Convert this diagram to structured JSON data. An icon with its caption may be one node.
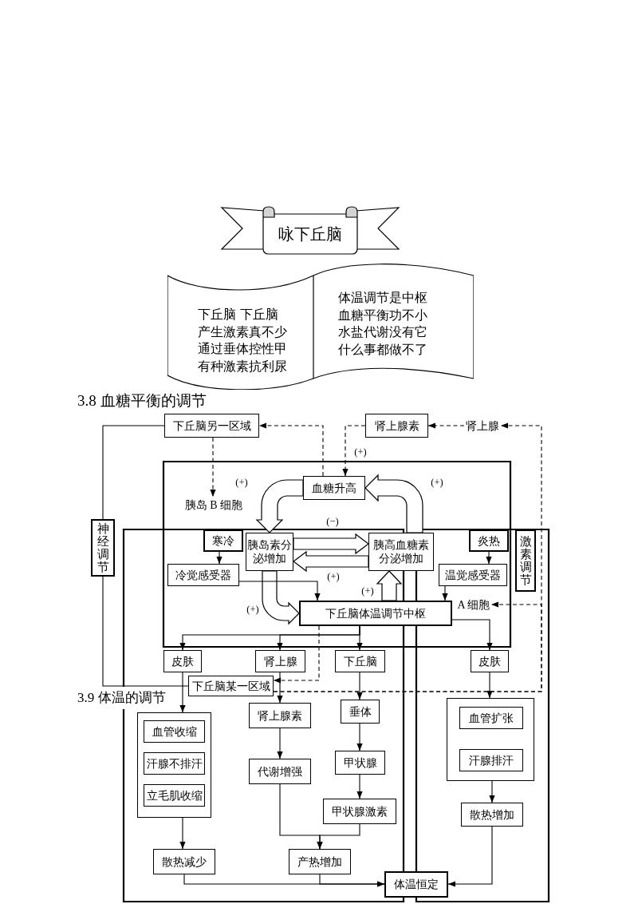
{
  "diagram": {
    "nodes": [
      {
        "text": [
          "咏下丘脑"
        ]
      },
      {
        "text": [
          "下丘脑 下丘脑产生激素真不少通过垂体控性甲有种激素抗利尿",
          "体温调节是中枢血糖平衡功不小水盐代谢没有它什么事都做不了"
        ]
      },
      {
        "text": [
          "下丘脑另一区域"
        ]
      },
      {
        "text": [
          "肾上腺素"
        ]
      },
      {
        "text": [
          "肾上腺"
        ]
      },
      {
        "text": [
          "血糖升高"
        ]
      },
      {
        "text": [
          "胰岛 B 细胞"
        ]
      },
      {
        "text": [
          "神经调节"
        ]
      },
      {
        "text": [
          "寒冷"
        ]
      },
      {
        "text": [
          "胰岛素分泌增加"
        ]
      },
      {
        "text": [
          "胰高血糖素分泌增加"
        ]
      },
      {
        "text": [
          "炎热"
        ]
      },
      {
        "text": [
          "激素调节"
        ]
      },
      {
        "text": [
          "冷觉感受器"
        ]
      },
      {
        "text": [
          "温觉感受器"
        ]
      },
      {
        "text": [
          "下丘脑体温调节中枢"
        ]
      },
      {
        "text": [
          "A 细胞"
        ]
      },
      {
        "text": [
          "皮肤"
        ]
      },
      {
        "text": [
          "肾上腺"
        ]
      },
      {
        "text": [
          "下丘脑"
        ]
      },
      {
        "text": [
          "皮肤"
        ]
      },
      {
        "text": [
          "下丘脑某一区域"
        ]
      },
      {
        "text": [],
        "shape": "box"
      },
      {
        "text": [
          "血管收缩"
        ],
        "in": 22
      },
      {
        "text": [
          "汗腺不排汗"
        ],
        "in": 22
      },
      {
        "text": [
          "立毛肌收缩"
        ],
        "in": 22
      },
      {
        "text": [
          "肾上腺素"
        ]
      },
      {
        "text": [
          "垂体"
        ]
      },
      {
        "text": [],
        "shape": "box"
      },
      {
        "text": [
          "血管扩张"
        ],
        "in": 28
      },
      {
        "text": [
          "汗腺排汗"
        ],
        "in": 28
      },
      {
        "text": [
          "代谢增强"
        ]
      },
      {
        "text": [
          "甲状腺"
        ]
      },
      {
        "text": [
          "甲状腺激素"
        ]
      },
      {
        "text": [
          "散热增加"
        ]
      },
      {
        "text": [
          "散热减少"
        ]
      },
      {
        "text": [
          "产热增加"
        ]
      },
      {
        "text": [
          "体温恒定"
        ]
      }
    ],
    "edges": [
      {
        "from": 5,
        "to": 2,
        "arrow": "to",
        "style": "dashed"
      },
      {
        "from": 2,
        "to": 6,
        "arrow": "to",
        "style": "dashed"
      },
      {
        "from": 4,
        "to": 3,
        "arrow": "to",
        "style": "dashed"
      },
      {
        "from": 3,
        "to": 5,
        "arrow": "to",
        "style": "dashed",
        "label": "(+)"
      },
      {
        "from": 21,
        "to": 4,
        "arrow": "to",
        "style": "dashed"
      },
      {
        "from": 21,
        "to": 16,
        "arrow": "to",
        "style": "dashed"
      },
      {
        "from": 15,
        "to": 21,
        "arrow": "to",
        "style": "dashed"
      },
      {
        "from": 2,
        "to": 7,
        "arrow": "none"
      },
      {
        "from": 21,
        "to": 7,
        "arrow": "none"
      },
      {
        "from": 5,
        "to": 9,
        "arrow": "to",
        "style": "thick",
        "label": "(+)"
      },
      {
        "from": 10,
        "to": 5,
        "arrow": "to",
        "style": "thick",
        "label": "(+)"
      },
      {
        "from": 9,
        "to": 10,
        "arrow": "to",
        "style": "thick",
        "label": "(−)"
      },
      {
        "from": 10,
        "to": 9,
        "arrow": "to",
        "style": "thick",
        "label": "(+)"
      },
      {
        "from": 9,
        "to": 15,
        "arrow": "to",
        "style": "thick",
        "label": "(+)"
      },
      {
        "from": 15,
        "to": 10,
        "arrow": "to",
        "style": "thick",
        "label": "(+)"
      },
      {
        "from": 8,
        "to": 13,
        "arrow": "to"
      },
      {
        "from": 11,
        "to": 14,
        "arrow": "to"
      },
      {
        "from": 13,
        "to": 15,
        "arrow": "to"
      },
      {
        "from": 14,
        "to": 15,
        "arrow": "to"
      },
      {
        "from": 15,
        "to": 17,
        "arrow": "to"
      },
      {
        "from": 15,
        "to": 18,
        "arrow": "to"
      },
      {
        "from": 15,
        "to": 19,
        "arrow": "to"
      },
      {
        "from": 15,
        "to": 20,
        "arrow": "to"
      },
      {
        "from": 17,
        "to": 22,
        "arrow": "to"
      },
      {
        "from": 18,
        "to": 26,
        "arrow": "to"
      },
      {
        "from": 19,
        "to": 27,
        "arrow": "to"
      },
      {
        "from": 26,
        "to": 31,
        "arrow": "to"
      },
      {
        "from": 27,
        "to": 32,
        "arrow": "to"
      },
      {
        "from": 32,
        "to": 33,
        "arrow": "to"
      },
      {
        "from": 31,
        "to": 36,
        "arrow": "to"
      },
      {
        "from": 33,
        "to": 36,
        "arrow": "to"
      },
      {
        "from": 22,
        "to": 35,
        "arrow": "to"
      },
      {
        "from": 35,
        "to": 37,
        "arrow": "to"
      },
      {
        "from": 36,
        "to": 37,
        "arrow": "to"
      },
      {
        "from": 20,
        "to": 28,
        "arrow": "to"
      },
      {
        "from": 28,
        "to": 34,
        "arrow": "to"
      },
      {
        "from": 34,
        "to": 37,
        "arrow": "to"
      }
    ],
    "labels": [
      "3.8 血糖平衡的调节",
      "3.9 体温的调节"
    ]
  }
}
